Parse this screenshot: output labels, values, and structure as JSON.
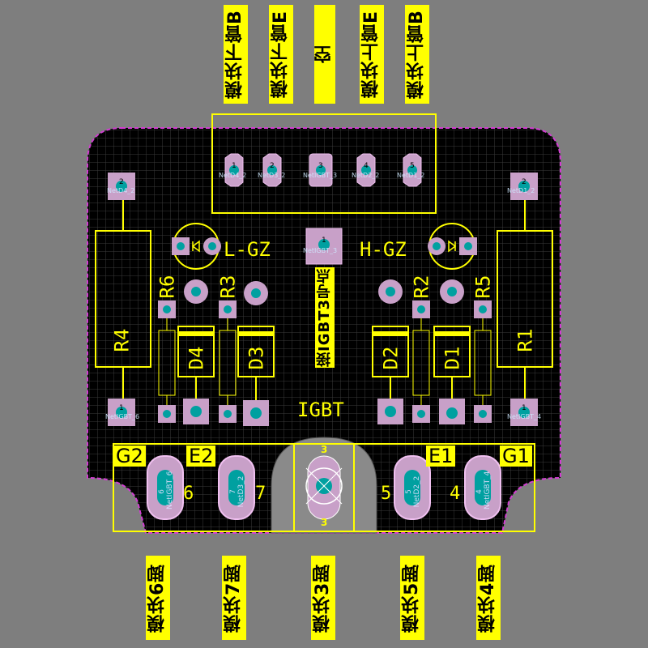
{
  "top_pins": [
    {
      "label": "模块下管B"
    },
    {
      "label": "模块下管E"
    },
    {
      "label": "空"
    },
    {
      "label": "模块上管E"
    },
    {
      "label": "模块上管B"
    }
  ],
  "bottom_pins": [
    {
      "label": "模块6脚"
    },
    {
      "label": "模块7脚"
    },
    {
      "label": "模块3脚"
    },
    {
      "label": "模块5脚"
    },
    {
      "label": "模块4脚"
    }
  ],
  "silkscreen": {
    "left_gz": "L-GZ",
    "right_gz": "H-GZ",
    "igbt": "IGBT",
    "igbt3_note": "接IGBT3号点",
    "resistors": [
      "R4",
      "R6",
      "R3",
      "R2",
      "R5",
      "R1"
    ],
    "diodes": [
      "D4",
      "D3",
      "D2",
      "D1"
    ],
    "pad_labels": [
      "G2",
      "E2",
      "E1",
      "G1"
    ],
    "pad_numbers": [
      "6",
      "7",
      "5",
      "4"
    ],
    "pin3_top": "3",
    "pin3_bottom": "3"
  },
  "nets": {
    "header": [
      "NetD4_2",
      "NetD3_2",
      "NetIGBT_3",
      "NetD2_2",
      "NetD1_2"
    ],
    "header_pin_numbers": [
      "1",
      "2",
      "3",
      "4",
      "5"
    ],
    "r4_top": "NetD4_2",
    "r1_top": "NetD1_2",
    "igbt3_pad": "NetIGBT_3",
    "igbt3_pad_number": "1",
    "r4_bottom": "NetIGBT_6",
    "r1_bottom": "NetIGBT_4",
    "big_pads": [
      "NetIGBT_6",
      "NetD3_2",
      "NetD2_2",
      "NetIGBT_4"
    ],
    "big_pad_numbers": [
      "6",
      "7",
      "5",
      "4"
    ],
    "square_pad_numbers": [
      "2",
      "2",
      "1",
      "1"
    ]
  },
  "colors": {
    "background": "#7e7e7e",
    "board": "#000000",
    "grid": "#3a3a3a",
    "silkscreen": "#ffff00",
    "outline": "#d23cd2",
    "pad": "#c8a0c8",
    "via_hole": "#00a0a0"
  }
}
